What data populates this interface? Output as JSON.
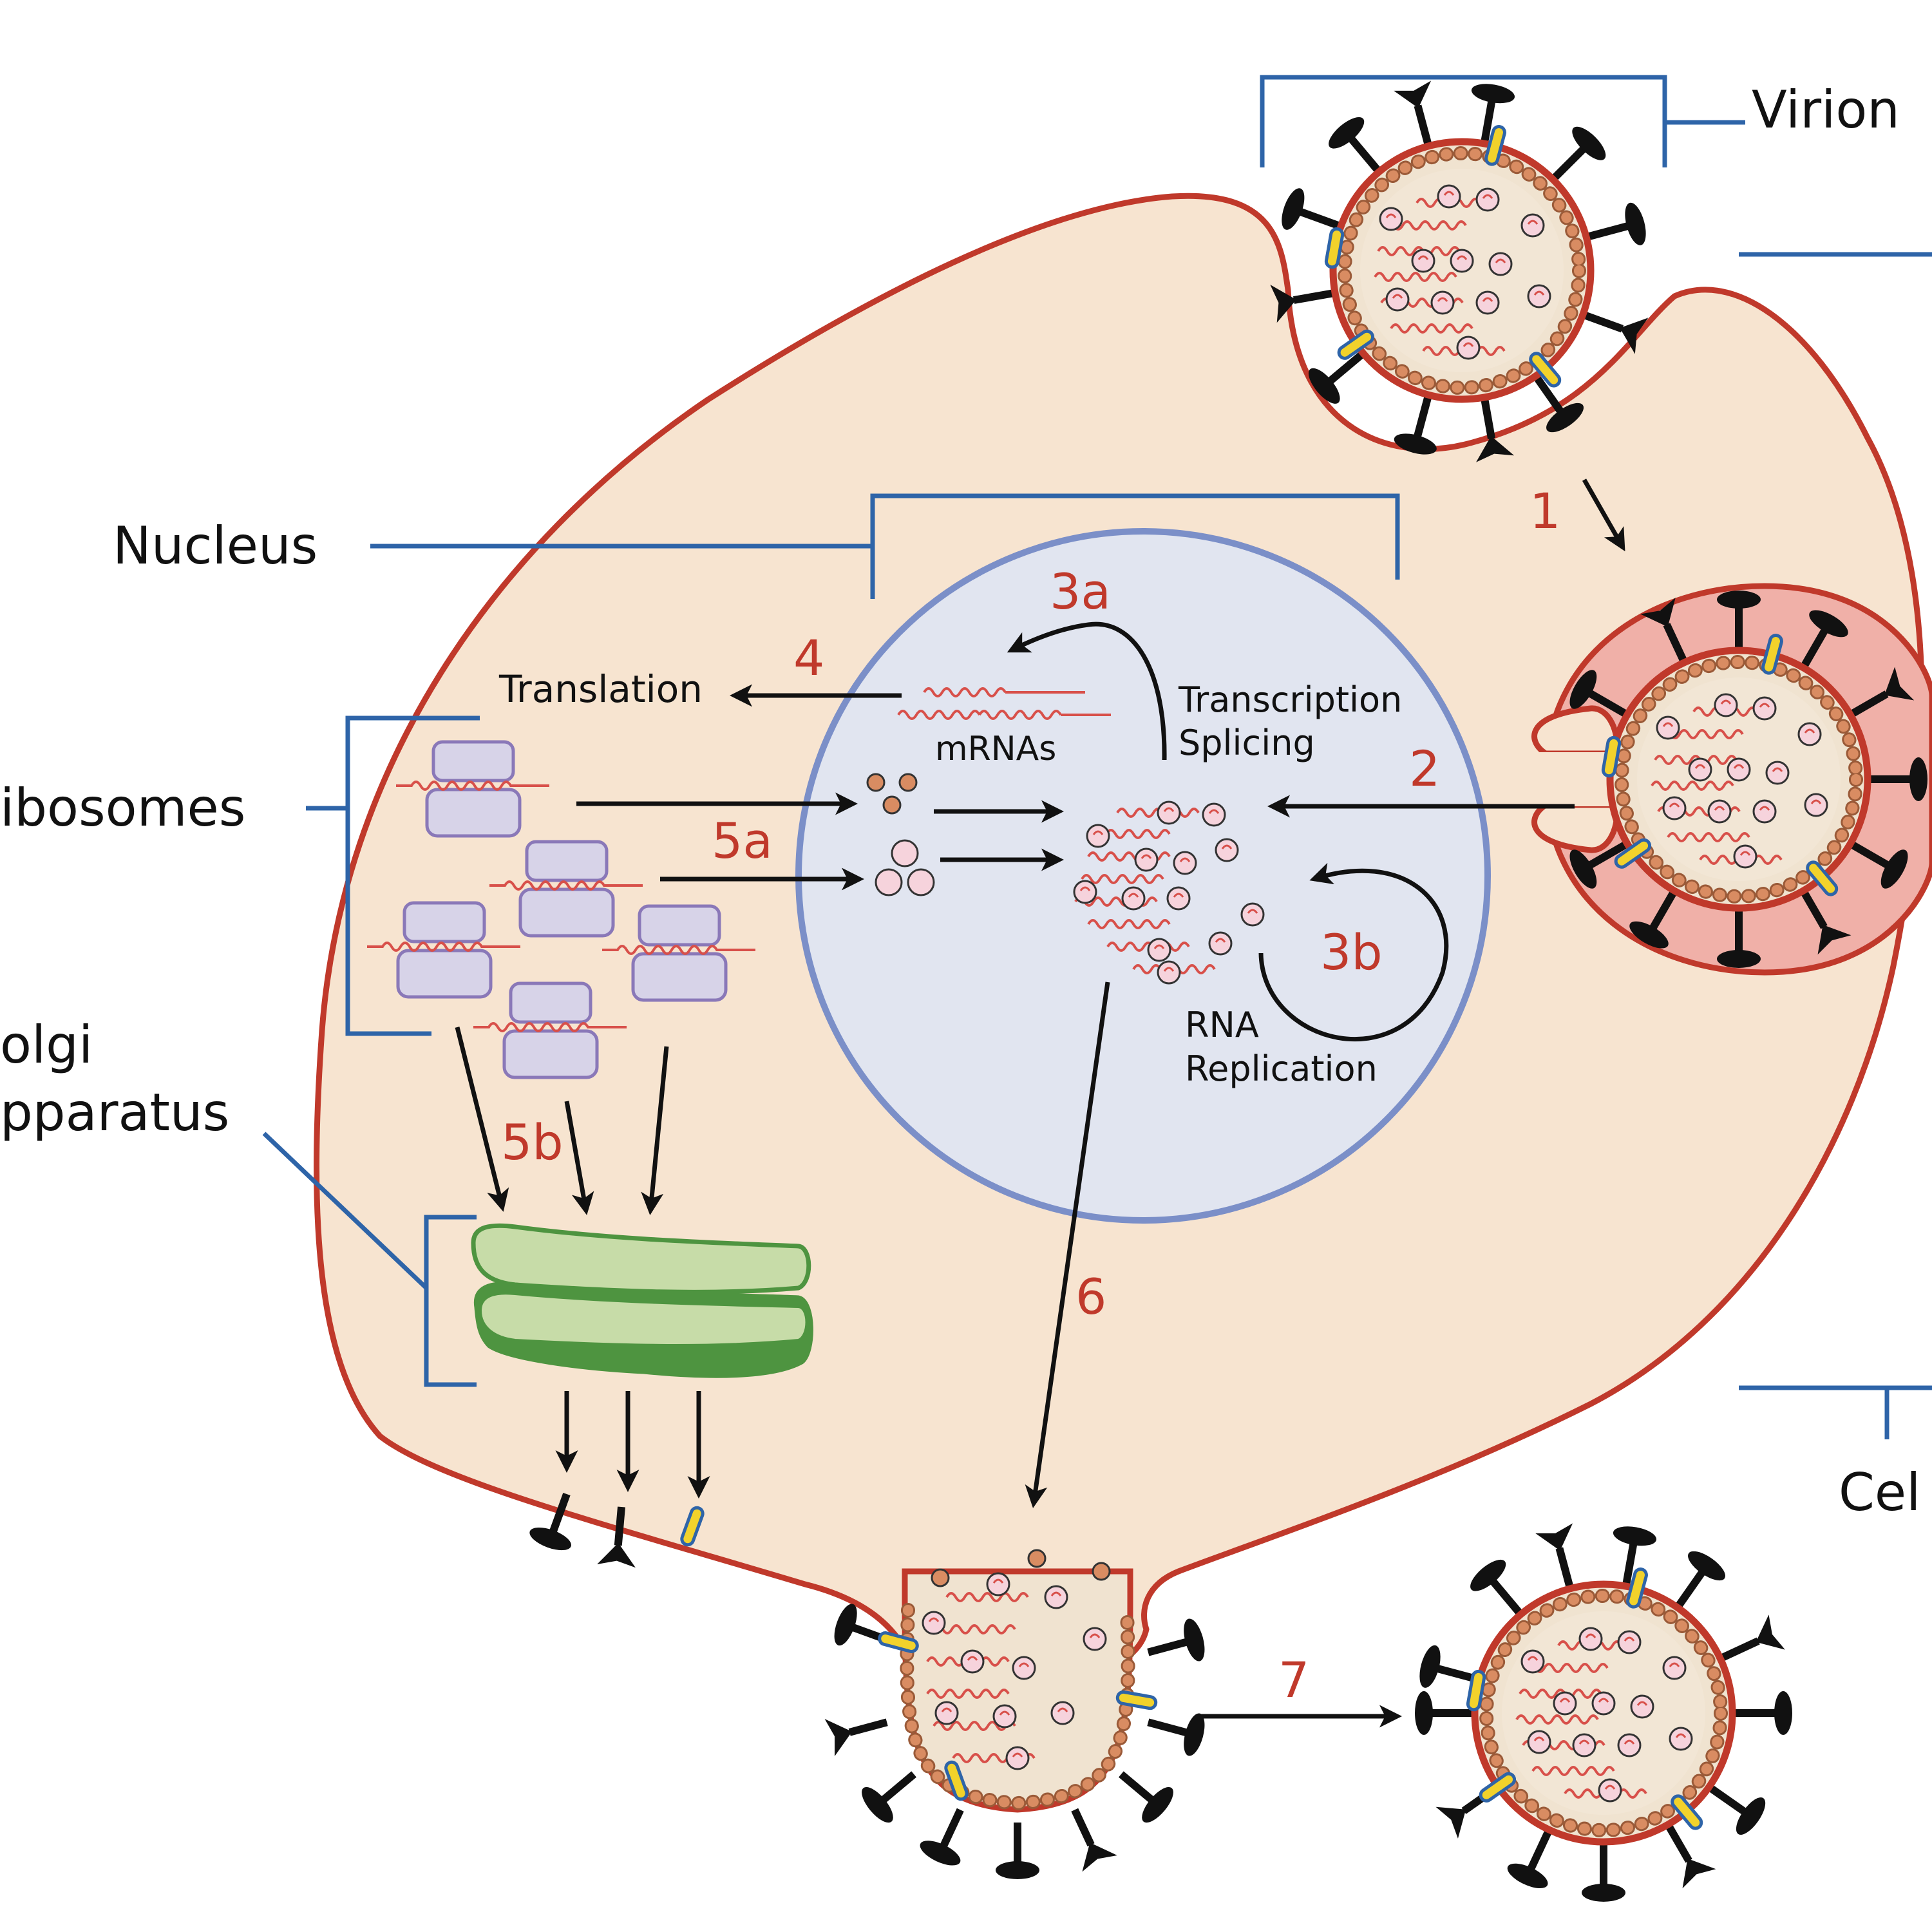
{
  "labels": {
    "virion": "Virion",
    "nucleus": "Nucleus",
    "ribosomes": "ibosomes",
    "golgi_line1": "olgi",
    "golgi_line2": "pparatus",
    "cell": "Cel",
    "translation": "Translation",
    "mrnas": "mRNAs",
    "transcription": "Transcription",
    "splicing": "Splicing",
    "rna": "RNA",
    "replication": "Replication"
  },
  "steps": {
    "s1": "1",
    "s2": "2",
    "s3a": "3a",
    "s3b": "3b",
    "s4": "4",
    "s5a": "5a",
    "s5b": "5b",
    "s6": "6",
    "s7": "7"
  },
  "colors": {
    "cell_fill": "#f7e4d0",
    "membrane": "#c0392b",
    "nucleus_fill": "#e1e5f0",
    "nucleus_border": "#7b8fc8",
    "bracket": "#2e64a8",
    "capsid": "#d98c62",
    "ribosome_fill": "#d7d3e8",
    "ribosome_border": "#8a78b8",
    "golgi_light": "#c7dca8",
    "golgi_dark": "#4e9440",
    "rna": "#d8504a",
    "pink": "#f6d3dc",
    "step_text": "#c0392b"
  }
}
